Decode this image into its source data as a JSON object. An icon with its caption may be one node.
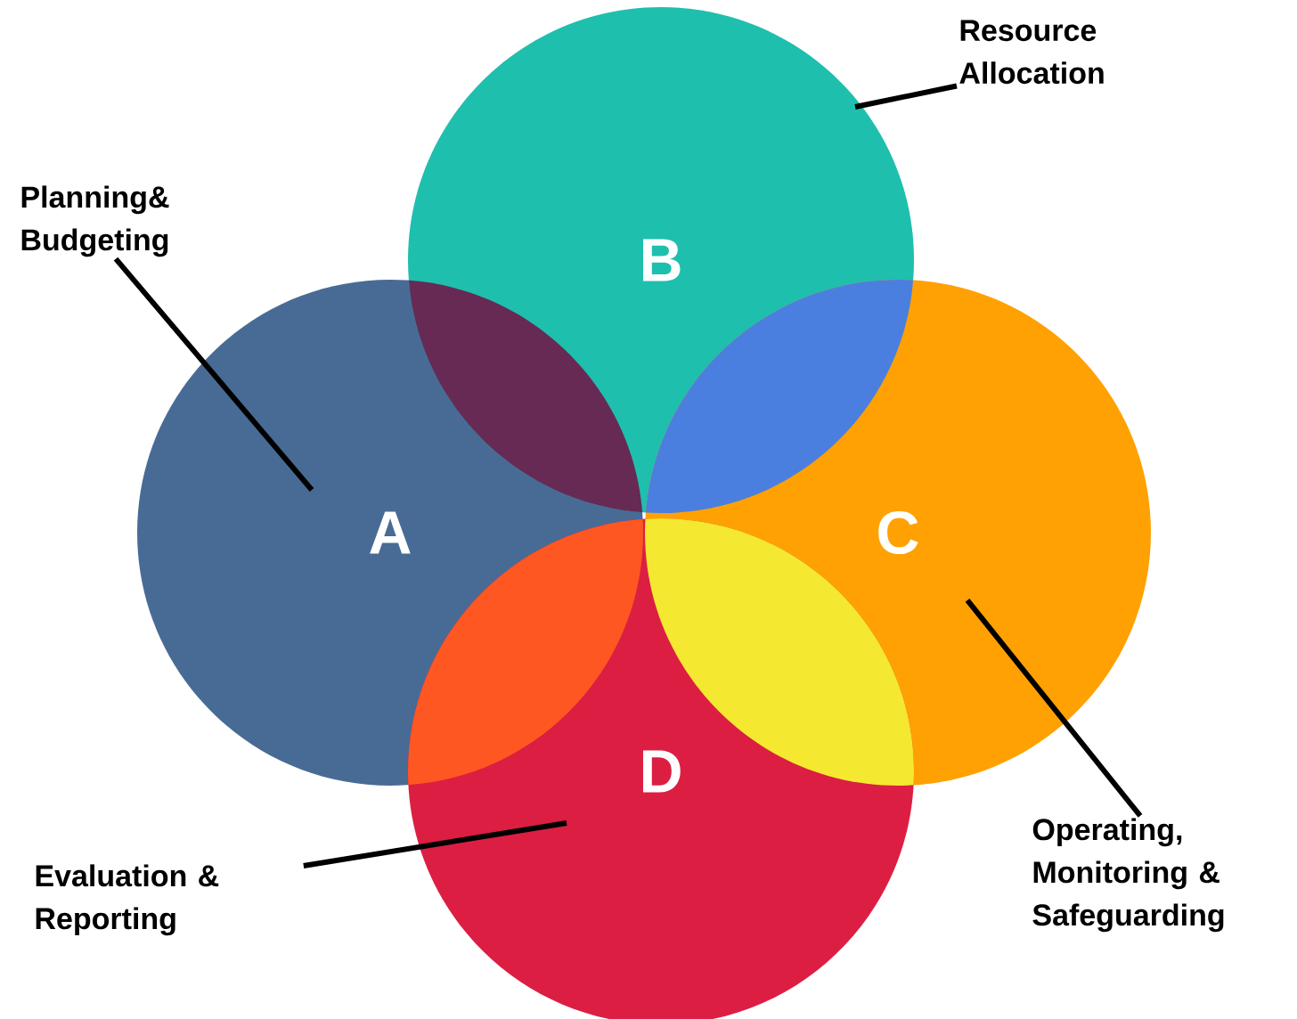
{
  "diagram": {
    "nodes": [
      {
        "text": [
          "A"
        ]
      },
      {
        "text": [
          "B"
        ]
      },
      {
        "text": [
          "C"
        ]
      },
      {
        "text": [
          "D"
        ]
      },
      {
        "text": [
          "Resource Allocation"
        ]
      },
      {
        "text": [
          "Planning& Budgeting"
        ]
      },
      {
        "text": [
          "Operating, Monitoring & Safeguarding"
        ]
      },
      {
        "text": [
          "Evaluation & Reporting"
        ]
      }
    ],
    "edges": [
      {
        "from": 4,
        "to": 1,
        "arrow": "none"
      },
      {
        "from": 5,
        "to": 0,
        "arrow": "none"
      },
      {
        "from": 6,
        "to": 2,
        "arrow": "none"
      },
      {
        "from": 7,
        "to": 3,
        "arrow": "none"
      }
    ]
  }
}
